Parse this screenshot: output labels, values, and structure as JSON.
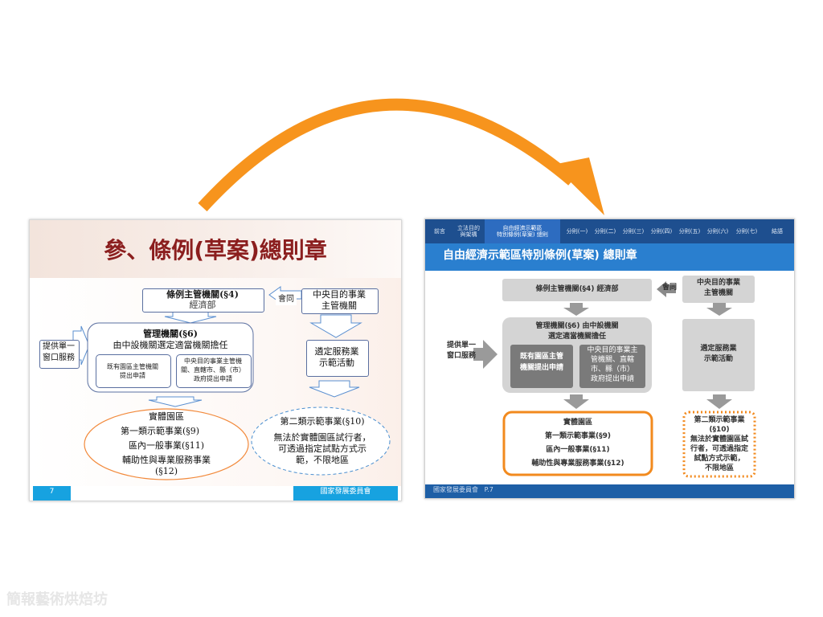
{
  "left": {
    "title": "參、條例(草案)總則章",
    "authority_box": {
      "line1": "條例主管機關(§4)",
      "line2": "經濟部"
    },
    "consult": "會同",
    "central_box": {
      "line1": "中央目的事業",
      "line2": "主管機關"
    },
    "single_window": {
      "line1": "提供單一",
      "line2": "窗口服務"
    },
    "management_box": {
      "line1": "管理機關(§6)",
      "line2": "由中設機關選定適當機關擔任"
    },
    "sub_a": {
      "line1": "既有園區主管機關",
      "line2": "提出申請"
    },
    "sub_b": {
      "line1": "中央目的事業主管機",
      "line2": "關、直轄市、縣（市）",
      "line3": "政府提出申請"
    },
    "select_box": {
      "line1": "遴定服務業",
      "line2": "示範活動"
    },
    "physical": {
      "line1": "實體園區",
      "line2": "第一類示範事業(§9)",
      "line3": "區內一般事業(§11)",
      "line4": "輔助性與專業服務事業",
      "line5": "(§12)"
    },
    "second": {
      "line1": "第二類示範事業(§10)",
      "line2": "無法於實體園區試行者，",
      "line3": "可透過指定試點方式示",
      "line4": "範，不限地區"
    },
    "page_number": "7",
    "org": "國家發展委員會"
  },
  "right": {
    "nav": [
      "前言",
      "立法目的與架構",
      "自由經濟示範區特別條例(草案) 總則",
      "分則(一)",
      "分則(二)",
      "分則(三)",
      "分則(四)",
      "分則(五)",
      "分則(六)",
      "分則(七)",
      "結語"
    ],
    "nav_l2a": "立法目的",
    "nav_l2b": "與架構",
    "nav_l3a": "自由經濟示範區",
    "nav_l3b": "特別條例(草案) 總則",
    "title": "自由經濟示範區特別條例(草案) 總則章",
    "authority": "條例主管機關(§4) 經濟部",
    "consult": "會同",
    "central": {
      "line1": "中央目的事業",
      "line2": "主管機關"
    },
    "single_window": {
      "line1": "提供單一",
      "line2": "窗口服務"
    },
    "management": {
      "line1": "管理機關(§6) 由中設機關",
      "line2": "選定適當機關擔任"
    },
    "sub_a": {
      "line1": "既有園區主管",
      "line2": "機關提出申請"
    },
    "sub_b": {
      "line1": "中央目的事業主",
      "line2": "管機關、直轄",
      "line3": "市、縣（市）",
      "line4": "政府提出申請"
    },
    "select": {
      "line1": "遴定服務業",
      "line2": "示範活動"
    },
    "physical": {
      "line1": "實體園區",
      "line2": "第一類示範事業(§9)",
      "line3": "區內一般事業(§11)",
      "line4": "輔助性與專業服務事業(§12)"
    },
    "second": {
      "line1": "第二類示範事業",
      "line2": "(§10)",
      "line3": "無法於實體園區試",
      "line4": "行者，可透過指定",
      "line5": "試點方式示範，",
      "line6": "不限地區"
    },
    "footer": "國家發展委員會   P.7"
  },
  "watermark": "簡報藝術烘焙坊",
  "colors": {
    "arrow": "#f7941d",
    "left_title": "#8b1e1e",
    "blue": "#2a7fcf",
    "navy": "#1e4f8f"
  }
}
